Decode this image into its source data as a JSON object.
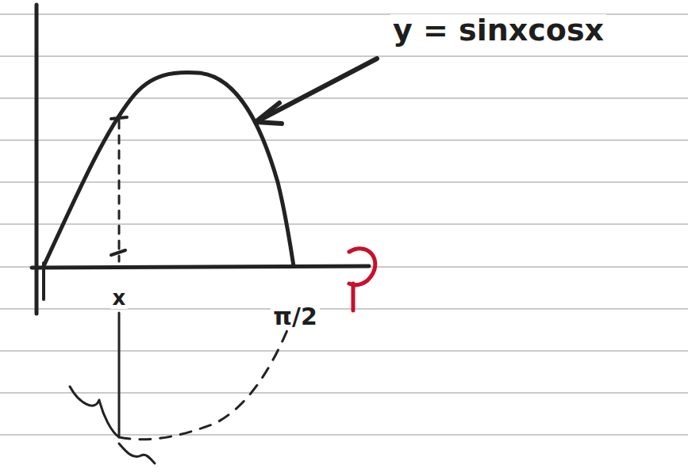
{
  "diagram": {
    "labels": [
      "y = sinxcosx",
      "x",
      "π/2"
    ]
  }
}
